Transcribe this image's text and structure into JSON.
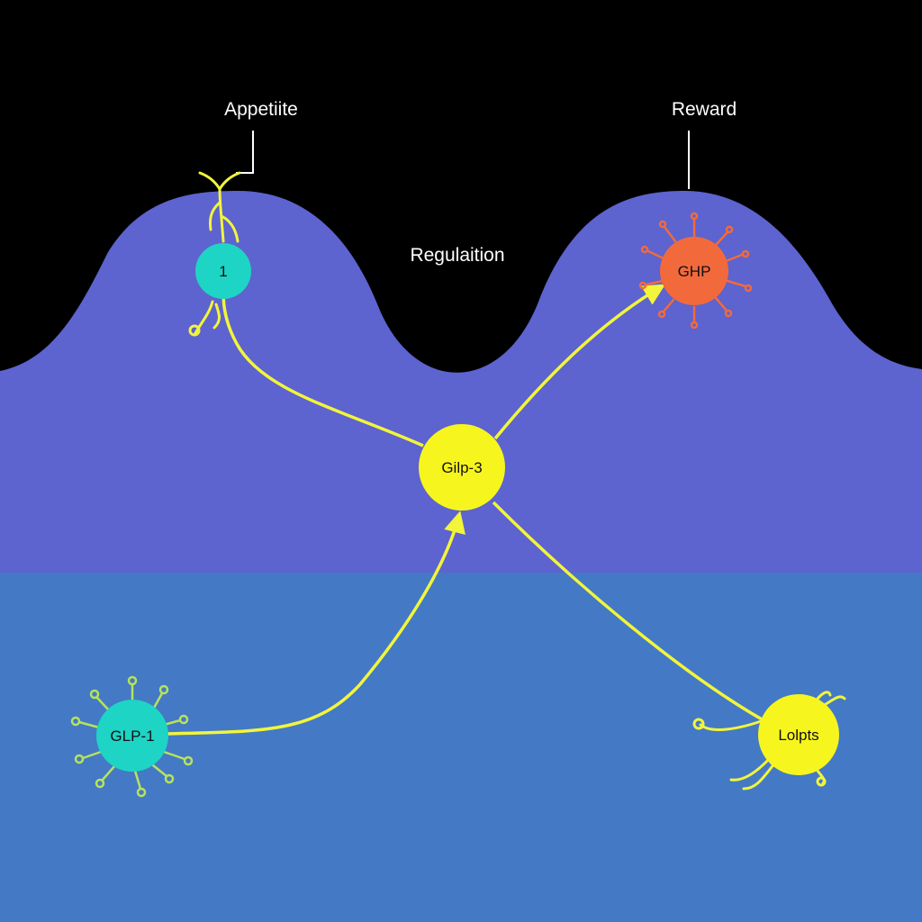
{
  "colors": {
    "background": "#000000",
    "upper_region": "#5d63cf",
    "lower_region": "#4479c6",
    "connector": "#f2f53a",
    "cyan_node": "#1ed4c4",
    "orange_node": "#f26a3c",
    "yellow_node": "#f7f51e"
  },
  "labels": {
    "appetite": "Appetiite",
    "reward": "Reward",
    "regulation": "Regulaition"
  },
  "nodes": {
    "top_left": {
      "text": "1",
      "icon": "neuron-cell"
    },
    "top_right": {
      "text": "GHP",
      "icon": "virus-cell"
    },
    "center": {
      "text": "Gilp-3",
      "icon": "hub-cell"
    },
    "bottom_left": {
      "text": "GLP-1",
      "icon": "receptor-cell"
    },
    "bottom_right": {
      "text": "Lolpts",
      "icon": "cell-with-tendrils"
    }
  }
}
